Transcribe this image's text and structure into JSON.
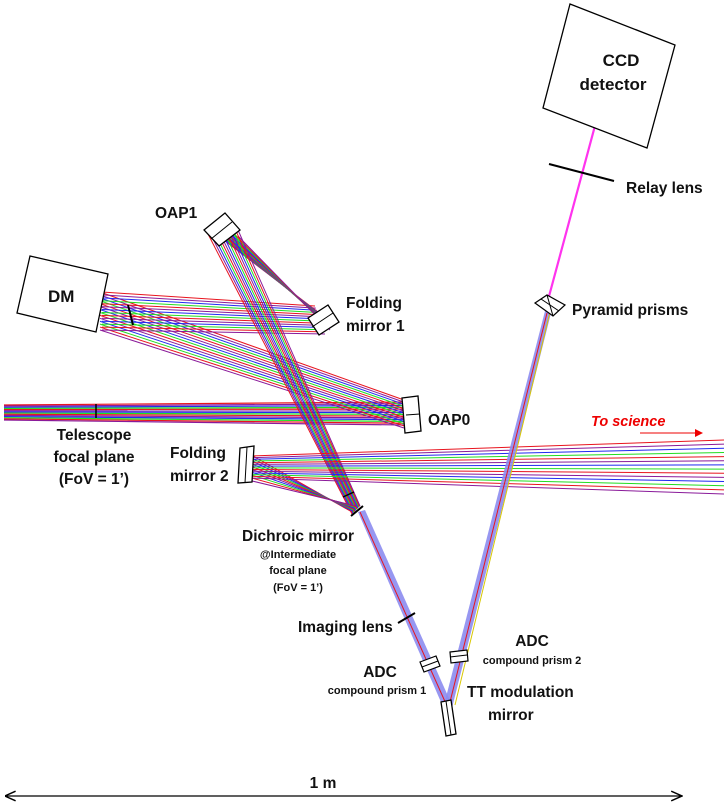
{
  "labels": {
    "ccd_line1": "CCD",
    "ccd_line2": "detector",
    "relay_lens": "Relay lens",
    "pyramid_prisms": "Pyramid prisms",
    "oap1": "OAP1",
    "dm": "DM",
    "folding_mirror_1_line1": "Folding",
    "folding_mirror_1_line2": "mirror 1",
    "oap0": "OAP0",
    "to_science": "To science",
    "telescope_line1": "Telescope",
    "telescope_line2": "focal plane",
    "telescope_line3": "(FoV = 1’)",
    "folding_mirror_2_line1": "Folding",
    "folding_mirror_2_line2": "mirror 2",
    "dichroic": "Dichroic mirror",
    "dichroic_sub1": "@Intermediate",
    "dichroic_sub2": "focal plane",
    "dichroic_sub3": "(FoV = 1’)",
    "imaging_lens": "Imaging lens",
    "adc2": "ADC",
    "adc2_sub": "compound prism 2",
    "adc1": "ADC",
    "adc1_sub": "compound prism 1",
    "tt_line1": "TT modulation",
    "tt_line2": "mirror",
    "scale": "1 m"
  },
  "colors": {
    "ray_red": "#e8141e",
    "ray_blue": "#1f2bf0",
    "ray_green": "#22dd22",
    "ray_purple": "#8a1a9a",
    "beam_lavender": "#8c8cf0",
    "ccd_ray": "#ff33ee",
    "to_science_text": "#ee0000"
  }
}
